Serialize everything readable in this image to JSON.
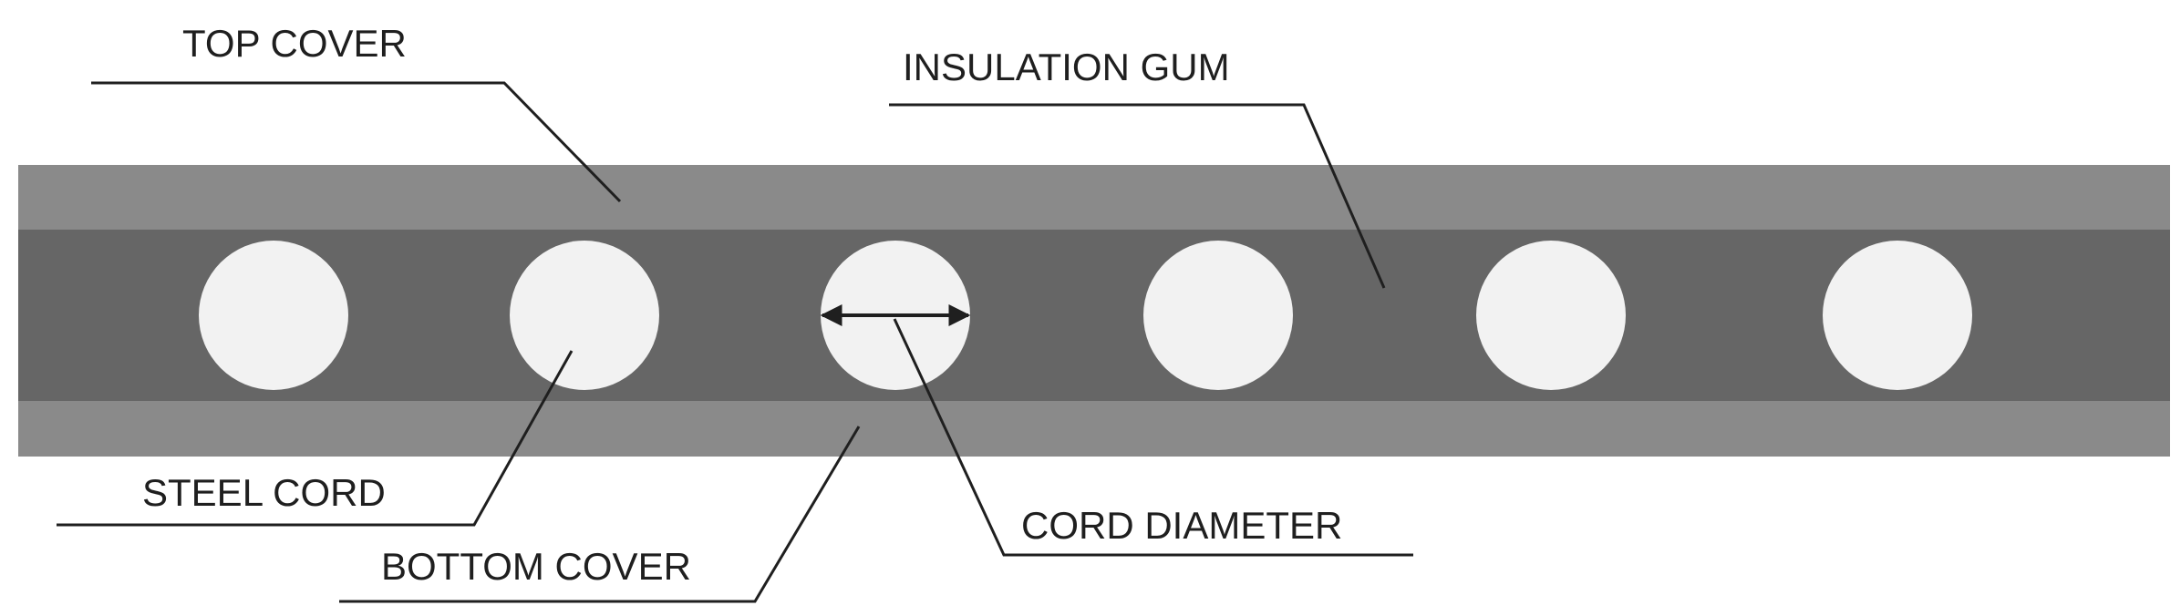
{
  "labels": {
    "top_cover": "TOP COVER",
    "insulation_gum": "INSULATION GUM",
    "steel_cord": "STEEL CORD",
    "bottom_cover": "BOTTOM COVER",
    "cord_diameter": "CORD DIAMETER"
  },
  "colors": {
    "cover": "#8a8a8a",
    "insulation": "#666666",
    "cord": "#f2f2f2",
    "line": "#1f1f1f",
    "text": "#1f1f1f"
  }
}
